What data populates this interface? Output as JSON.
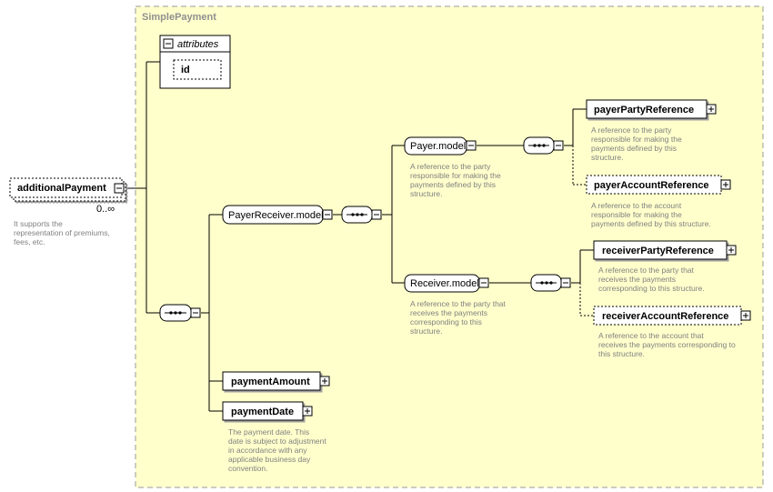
{
  "group": {
    "title": "SimplePayment"
  },
  "attributes": {
    "title": "attributes",
    "items": [
      "id"
    ]
  },
  "root": {
    "label": "additionalPayment",
    "occurrence": "0..∞",
    "doc": [
      "It supports the",
      "representation of premiums,",
      "fees, etc."
    ]
  },
  "payer_receiver_model": {
    "label": "PayerReceiver.model"
  },
  "payer_model": {
    "label": "Payer.model",
    "doc": [
      "A reference to the party",
      "responsible for making the",
      "payments defined by this",
      "structure."
    ]
  },
  "receiver_model": {
    "label": "Receiver.model",
    "doc": [
      "A reference to the party that",
      "receives the payments",
      "corresponding to this",
      "structure."
    ]
  },
  "payer_party_reference": {
    "label": "payerPartyReference",
    "doc": [
      "A reference to the party",
      "responsible for making the",
      "payments defined by this",
      "structure."
    ]
  },
  "payer_account_reference": {
    "label": "payerAccountReference",
    "doc": [
      "A reference to the account",
      "responsible for making the",
      "payments defined by this structure."
    ]
  },
  "receiver_party_reference": {
    "label": "receiverPartyReference",
    "doc": [
      "A reference to the party that",
      "receives the payments",
      "corresponding to this structure."
    ]
  },
  "receiver_account_reference": {
    "label": "receiverAccountReference",
    "doc": [
      "A reference to the account that",
      "receives the payments corresponding to",
      "this structure."
    ]
  },
  "payment_amount": {
    "label": "paymentAmount"
  },
  "payment_date": {
    "label": "paymentDate",
    "doc": [
      "The payment date. This",
      "date is subject to adjustment",
      "in accordance with any",
      "applicable business day",
      "convention."
    ]
  },
  "colors": {
    "group_fill": "#ffffcc",
    "group_border": "#999999",
    "doc_text": "#808080"
  }
}
